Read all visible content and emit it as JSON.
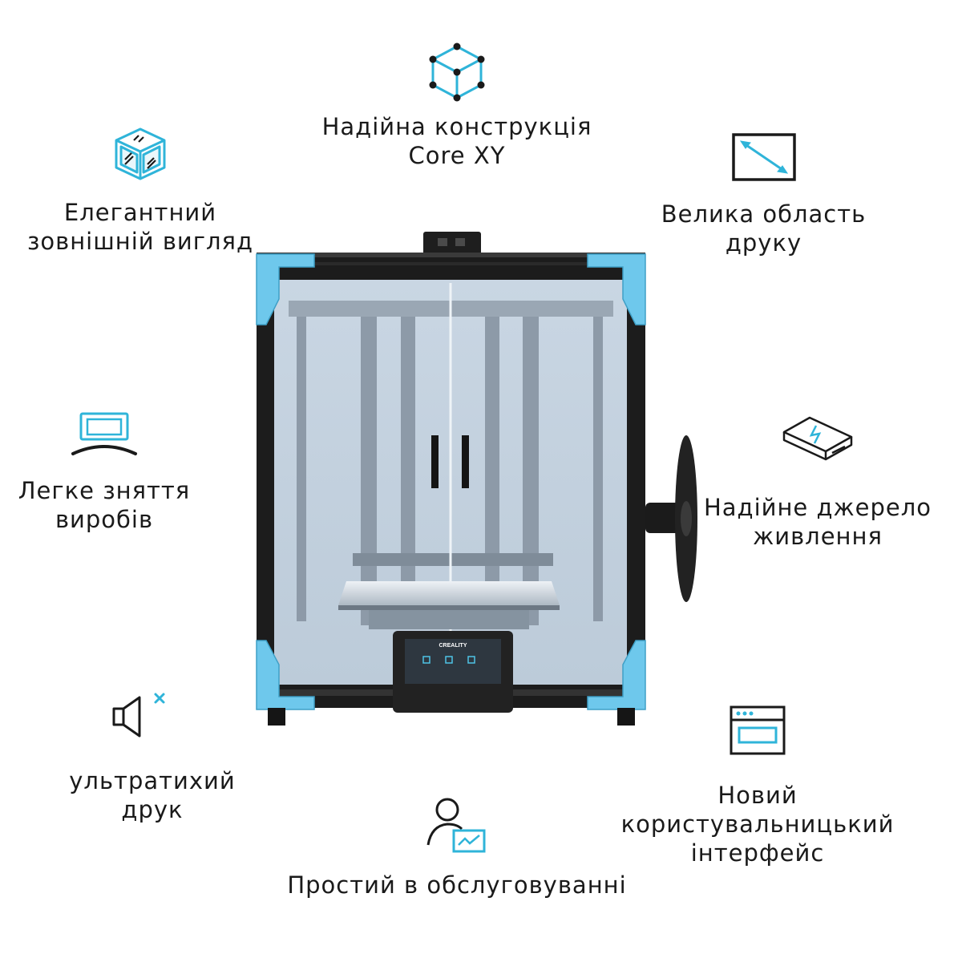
{
  "features": {
    "core_xy": {
      "icon": "network-cube-icon",
      "line1": "Надійна конструкція",
      "line2": "Core XY"
    },
    "appearance": {
      "icon": "glass-cube-icon",
      "line1": "Елегантний",
      "line2": "зовнішній вигляд"
    },
    "print_area": {
      "icon": "diagonal-arrow-frame-icon",
      "line1": "Велика область",
      "line2": "друку"
    },
    "removal": {
      "icon": "flexible-plate-icon",
      "line1": "Легке зняття",
      "line2": "виробів"
    },
    "power": {
      "icon": "power-supply-icon",
      "line1": "Надійне джерело",
      "line2": "живлення"
    },
    "quiet": {
      "icon": "speaker-mute-icon",
      "line1": "ультратихий",
      "line2": "друк"
    },
    "ui": {
      "icon": "browser-window-icon",
      "line1": "Новий",
      "line2": "користувальницький",
      "line3": "інтерфейс"
    },
    "maintenance": {
      "icon": "user-chart-icon",
      "line1": "Простий в обслуговуванні"
    }
  },
  "printer": {
    "brand": "CREALITY"
  },
  "colors": {
    "accent": "#2fb4d9",
    "corner": "#6ec8ec",
    "dark": "#1a1a1a",
    "frame": "#1c1c1c"
  }
}
